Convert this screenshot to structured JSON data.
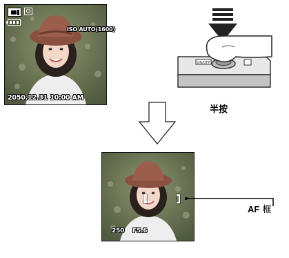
{
  "top_screen": {
    "iso": "ISO AUTO(1600)",
    "datetime": "2050.12.31   10:00 AM"
  },
  "arrow_icon": "down-arrow-outline",
  "half_press_label": "半按",
  "bottom_screen": {
    "shutter": "250",
    "aperture": "F5.6"
  },
  "af_frame_label": {
    "af": "AF",
    "frame": "框"
  }
}
